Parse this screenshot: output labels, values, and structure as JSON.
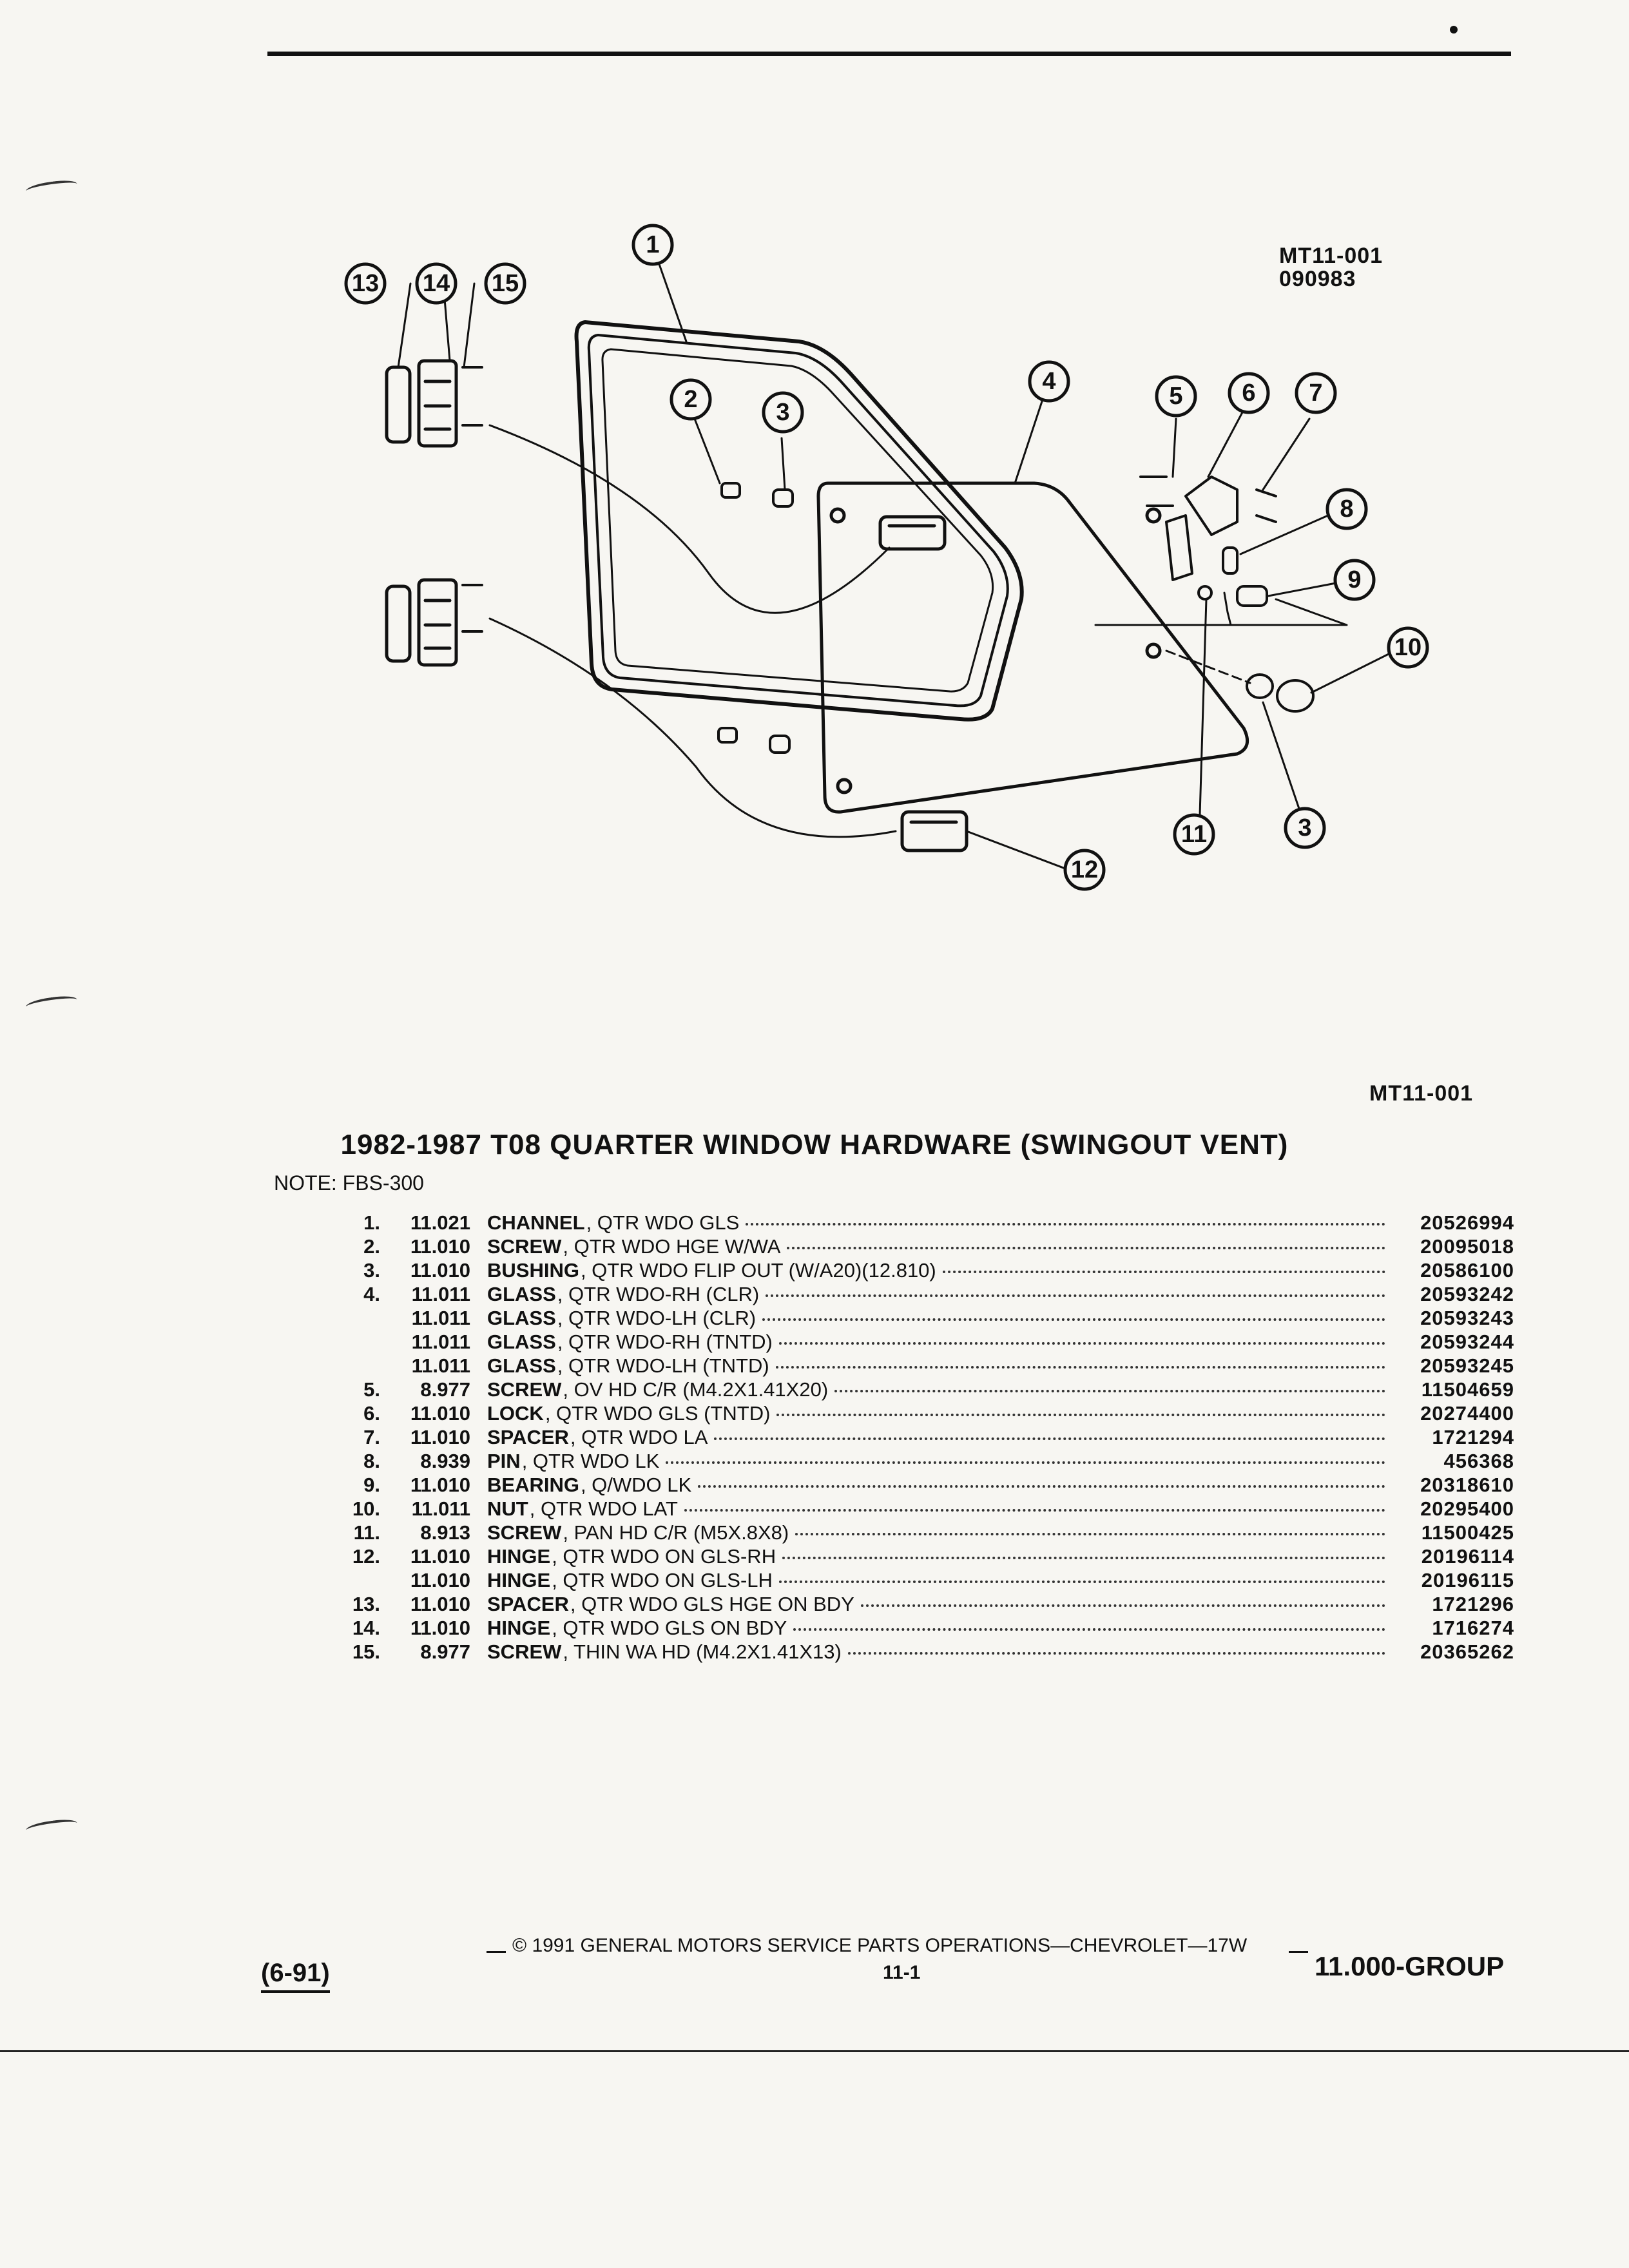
{
  "diagram": {
    "ref_code": "MT11-001",
    "ref_date": "090983",
    "callouts": [
      {
        "n": "1"
      },
      {
        "n": "2"
      },
      {
        "n": "3"
      },
      {
        "n": "3"
      },
      {
        "n": "4"
      },
      {
        "n": "5"
      },
      {
        "n": "6"
      },
      {
        "n": "7"
      },
      {
        "n": "8"
      },
      {
        "n": "9"
      },
      {
        "n": "10"
      },
      {
        "n": "11"
      },
      {
        "n": "12"
      },
      {
        "n": "13"
      },
      {
        "n": "14"
      },
      {
        "n": "15"
      }
    ]
  },
  "figure_ref": "MT11-001",
  "title": "1982-1987 T08 QUARTER WINDOW HARDWARE (SWINGOUT VENT)",
  "note": "NOTE:  FBS-300",
  "parts": [
    {
      "num": "1.",
      "group": "11.021",
      "name": "CHANNEL",
      "desc": ", QTR WDO GLS",
      "pn": "20526994"
    },
    {
      "num": "2.",
      "group": "11.010",
      "name": "SCREW",
      "desc": ", QTR WDO HGE W/WA",
      "pn": "20095018"
    },
    {
      "num": "3.",
      "group": "11.010",
      "name": "BUSHING",
      "desc": ", QTR WDO FLIP OUT (W/A20)(12.810)",
      "pn": "20586100"
    },
    {
      "num": "4.",
      "group": "11.011",
      "name": "GLASS",
      "desc": ", QTR WDO-RH (CLR)",
      "pn": "20593242"
    },
    {
      "num": "",
      "group": "11.011",
      "name": "GLASS",
      "desc": ", QTR WDO-LH (CLR)",
      "pn": "20593243"
    },
    {
      "num": "",
      "group": "11.011",
      "name": "GLASS",
      "desc": ", QTR WDO-RH (TNTD)",
      "pn": "20593244"
    },
    {
      "num": "",
      "group": "11.011",
      "name": "GLASS",
      "desc": ", QTR WDO-LH (TNTD)",
      "pn": "20593245"
    },
    {
      "num": "5.",
      "group": "8.977",
      "name": "SCREW",
      "desc": ", OV HD C/R (M4.2X1.41X20)",
      "pn": "11504659"
    },
    {
      "num": "6.",
      "group": "11.010",
      "name": "LOCK",
      "desc": ", QTR WDO GLS (TNTD)",
      "pn": "20274400"
    },
    {
      "num": "7.",
      "group": "11.010",
      "name": "SPACER",
      "desc": ", QTR WDO LA",
      "pn": "1721294"
    },
    {
      "num": "8.",
      "group": "8.939",
      "name": "PIN",
      "desc": ", QTR WDO LK",
      "pn": "456368"
    },
    {
      "num": "9.",
      "group": "11.010",
      "name": "BEARING",
      "desc": ", Q/WDO LK",
      "pn": "20318610"
    },
    {
      "num": "10.",
      "group": "11.011",
      "name": "NUT",
      "desc": ", QTR WDO LAT",
      "pn": "20295400"
    },
    {
      "num": "11.",
      "group": "8.913",
      "name": "SCREW",
      "desc": ", PAN HD C/R (M5X.8X8)",
      "pn": "11500425"
    },
    {
      "num": "12.",
      "group": "11.010",
      "name": "HINGE",
      "desc": ", QTR WDO ON GLS-RH",
      "pn": "20196114"
    },
    {
      "num": "",
      "group": "11.010",
      "name": "HINGE",
      "desc": ", QTR WDO ON GLS-LH",
      "pn": "20196115"
    },
    {
      "num": "13.",
      "group": "11.010",
      "name": "SPACER",
      "desc": ", QTR WDO GLS HGE ON BDY",
      "pn": "1721296"
    },
    {
      "num": "14.",
      "group": "11.010",
      "name": "HINGE",
      "desc": ", QTR WDO GLS ON BDY",
      "pn": "1716274"
    },
    {
      "num": "15.",
      "group": "8.977",
      "name": "SCREW",
      "desc": ", THIN WA HD (M4.2X1.41X13)",
      "pn": "20365262"
    }
  ],
  "footer": {
    "copyright": "©  1991  GENERAL MOTORS SERVICE PARTS OPERATIONS—CHEVROLET—17W",
    "page": "11-1",
    "date_code": "(6-91)",
    "group": "11.000-GROUP"
  }
}
